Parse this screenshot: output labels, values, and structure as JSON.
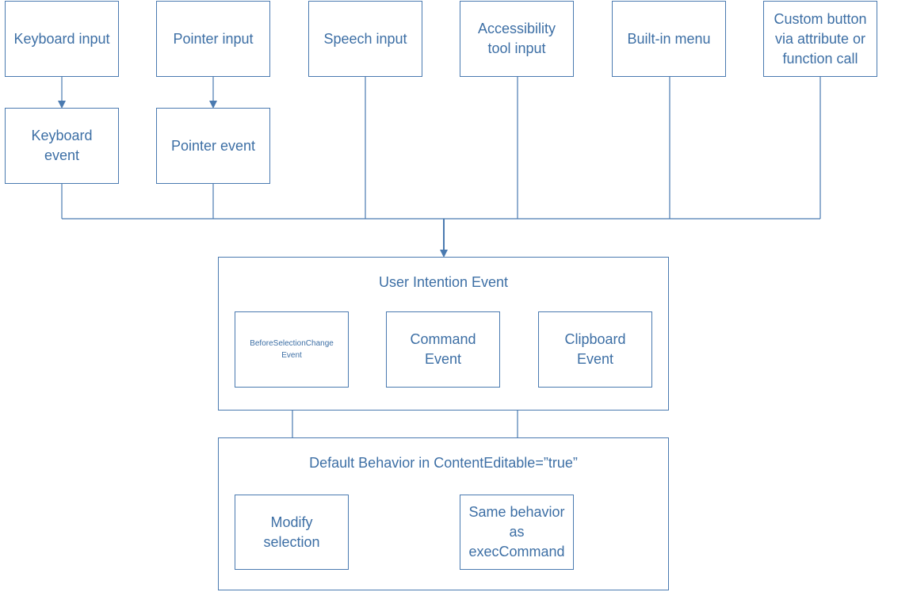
{
  "colors": {
    "stroke": "#4a7ab0",
    "text": "#3d6fa5",
    "background": "#ffffff"
  },
  "inputs": [
    {
      "id": "keyboard-input",
      "label": "Keyboard input"
    },
    {
      "id": "pointer-input",
      "label": "Pointer input"
    },
    {
      "id": "speech-input",
      "label": "Speech input"
    },
    {
      "id": "accessibility-tool-input",
      "label": "Accessibility tool input"
    },
    {
      "id": "built-in-menu",
      "label": "Built-in menu"
    },
    {
      "id": "custom-button",
      "label": "Custom button via attribute or function call"
    }
  ],
  "events": [
    {
      "id": "keyboard-event",
      "label": "Keyboard event"
    },
    {
      "id": "pointer-event",
      "label": "Pointer event"
    }
  ],
  "user_intention": {
    "title": "User Intention Event",
    "children": [
      {
        "id": "before-selection-change-event",
        "label": "BeforeSelectionChange Event"
      },
      {
        "id": "command-event",
        "label": "Command Event"
      },
      {
        "id": "clipboard-event",
        "label": "Clipboard Event"
      }
    ]
  },
  "default_behavior": {
    "title": "Default Behavior in ContentEditable=”true”",
    "children": [
      {
        "id": "modify-selection",
        "label": "Modify selection"
      },
      {
        "id": "same-behavior-as-execcommand",
        "label": "Same behavior as execCommand"
      }
    ]
  }
}
